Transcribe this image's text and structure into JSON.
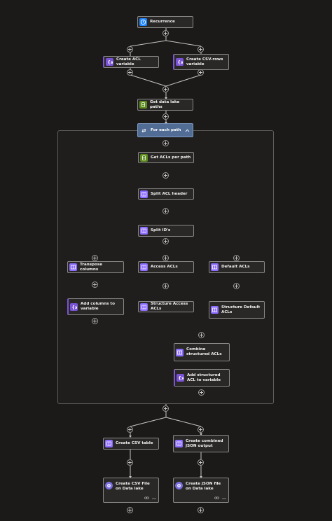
{
  "canvas": {
    "background": "#1b1a19"
  },
  "colors": {
    "variable": "#7b53d6",
    "data_ops": "#8c6cff",
    "storage": "#5f8c1e",
    "recurrence": "#1f85ff",
    "foreach_header": "#526d95",
    "connector": "#c8c6c4"
  },
  "nodes": {
    "recurrence": {
      "label": "Recurrence",
      "icon": "clock-icon"
    },
    "create_acl_variable": {
      "label": "Create ACL variable",
      "icon": "variable-icon"
    },
    "create_csv_rows_variable": {
      "label": "Create CSV-rows variable",
      "icon": "variable-icon"
    },
    "get_data_lake_paths": {
      "label": "Get data lake paths",
      "icon": "storage-icon"
    },
    "for_each_path": {
      "label": "For each path",
      "icon": "loop-icon"
    },
    "get_acls_per_path": {
      "label": "Get ACLs per path",
      "icon": "storage-icon"
    },
    "split_acl_header": {
      "label": "Split ACL header",
      "icon": "data-operation-icon"
    },
    "split_ids": {
      "label": "Split ID's",
      "icon": "data-operation-icon"
    },
    "transpose_columns": {
      "label": "Transpose columns",
      "icon": "data-operation-icon"
    },
    "access_acls": {
      "label": "Access ACLs",
      "icon": "data-operation-icon"
    },
    "default_acls": {
      "label": "Default ACLs",
      "icon": "data-operation-icon"
    },
    "add_columns_to_variable": {
      "label": "Add columns to variable",
      "icon": "variable-icon"
    },
    "structure_access_acls": {
      "label": "Structure Access ACLs",
      "icon": "data-operation-icon"
    },
    "structure_default_acls": {
      "label": "Structure Default ACLs",
      "icon": "data-operation-icon"
    },
    "combine_structured_acls": {
      "label": "Combine structured ACLs",
      "icon": "data-operation-icon"
    },
    "add_structured_acl_to_variable": {
      "label": "Add structured ACL to variable",
      "icon": "variable-icon"
    },
    "create_csv_table": {
      "label": "Create CSV table",
      "icon": "data-operation-icon"
    },
    "create_combined_json_output": {
      "label": "Create combined JSON output",
      "icon": "data-operation-icon"
    },
    "create_csv_file_on_data_lake": {
      "label": "Create CSV File on Data lake",
      "icon": "storage-account-icon"
    },
    "create_json_file_on_data_lake": {
      "label": "Create JSON file on Data lake",
      "icon": "storage-account-icon"
    }
  }
}
